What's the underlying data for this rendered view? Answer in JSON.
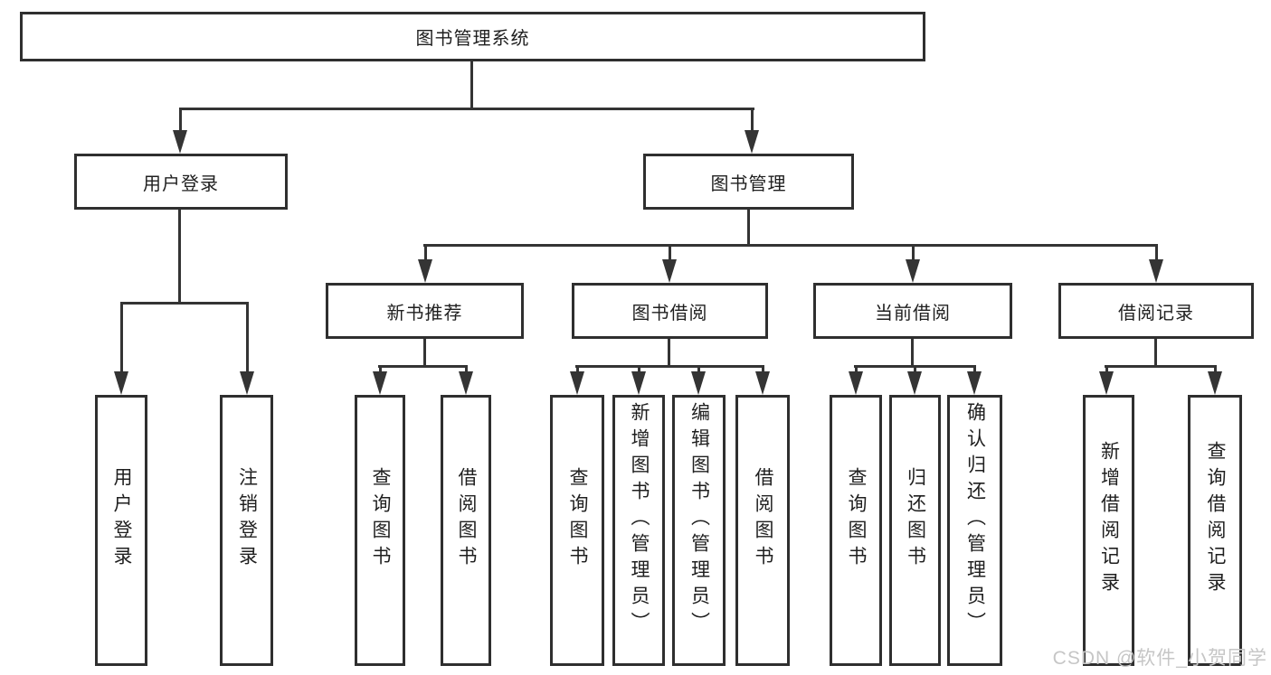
{
  "tree": {
    "label": "图书管理系统",
    "children": [
      {
        "label": "用户登录",
        "children": [
          {
            "label": "用户登录"
          },
          {
            "label": "注销登录"
          }
        ]
      },
      {
        "label": "图书管理",
        "children": [
          {
            "label": "新书推荐",
            "children": [
              {
                "label": "查询图书"
              },
              {
                "label": "借阅图书"
              }
            ]
          },
          {
            "label": "图书借阅",
            "children": [
              {
                "label": "查询图书"
              },
              {
                "label": "新增图书（管理员）"
              },
              {
                "label": "编辑图书（管理员）"
              },
              {
                "label": "借阅图书"
              }
            ]
          },
          {
            "label": "当前借阅",
            "children": [
              {
                "label": "查询图书"
              },
              {
                "label": "归还图书"
              },
              {
                "label": "确认归还（管理员）"
              }
            ]
          },
          {
            "label": "借阅记录",
            "children": [
              {
                "label": "新增借阅记录"
              },
              {
                "label": "查询借阅记录"
              }
            ]
          }
        ]
      }
    ]
  },
  "watermark": "CSDN @软件_小贺同学",
  "colors": {
    "line": "#343434",
    "border": "#2f2f2f",
    "text": "#1f1f1f",
    "watermark": "#c6c6c6",
    "background": "#ffffff"
  }
}
